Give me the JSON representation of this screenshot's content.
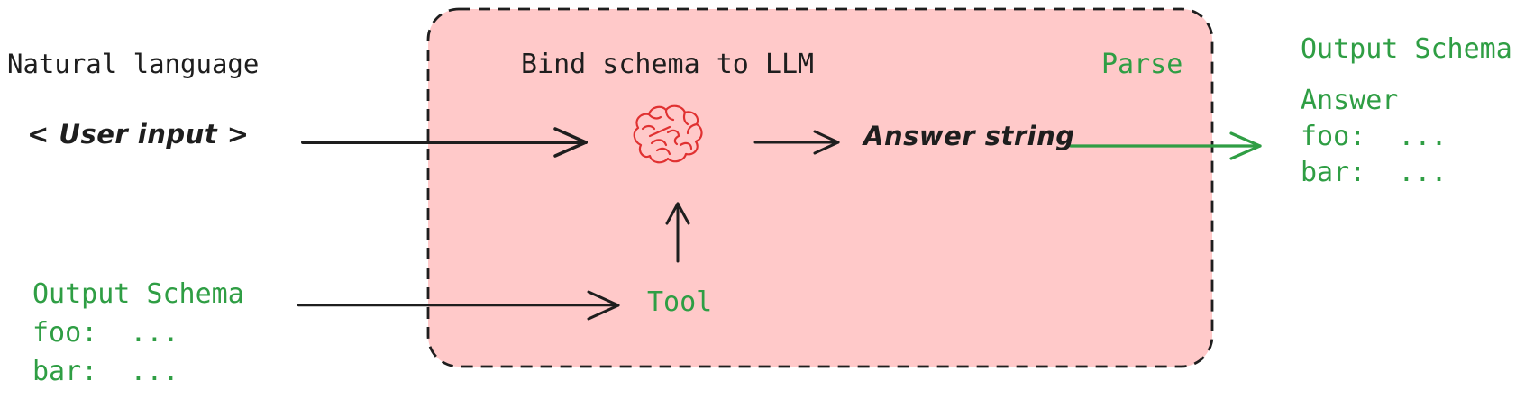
{
  "colors": {
    "bg": "#ffffff",
    "ink": "#1e1e1e",
    "green": "#2f9e44",
    "red": "#e03131",
    "pink": "#ffc9c9"
  },
  "input": {
    "title": "Natural language",
    "user_input": "< User input >",
    "schema": {
      "heading": "Output Schema",
      "foo_line": "foo:  ...",
      "bar_line": "bar:  ..."
    }
  },
  "llm_box": {
    "title": "Bind schema to LLM",
    "parse_label": "Parse",
    "answer_string_label": "Answer string",
    "tool_label": "Tool",
    "brain_icon": "brain-icon"
  },
  "output": {
    "heading": "Output Schema",
    "answer_label": "Answer",
    "foo_line": "foo:  ...",
    "bar_line": "bar:  ..."
  }
}
